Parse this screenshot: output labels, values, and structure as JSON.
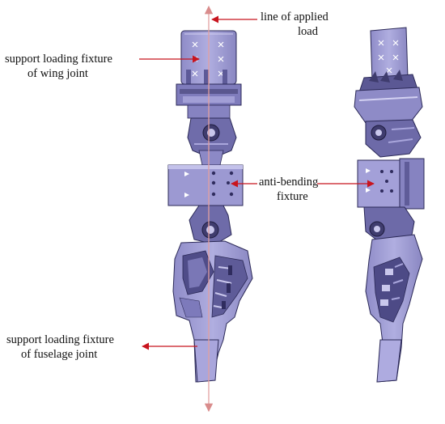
{
  "labels": {
    "applied_load": [
      "line of applied",
      "load"
    ],
    "wing_fixture": [
      "support loading fixture",
      "of wing joint"
    ],
    "anti_bending": [
      "anti-bending",
      "fixture"
    ],
    "fuselage_fixture": [
      "support loading fixture",
      "of fuselage joint"
    ]
  },
  "colors": {
    "background": "#ffffff",
    "part_fill": "#a7a4d6",
    "part_dark": "#6d6aa8",
    "part_darker": "#4d4a86",
    "part_light": "#c9c7ec",
    "outline": "#2b2957",
    "load_line": "#e2a0a0",
    "arrow": "#c8141e"
  },
  "icons": {
    "arrow": "red-arrowhead",
    "load_line_arrows": "double-headed-arrow"
  }
}
